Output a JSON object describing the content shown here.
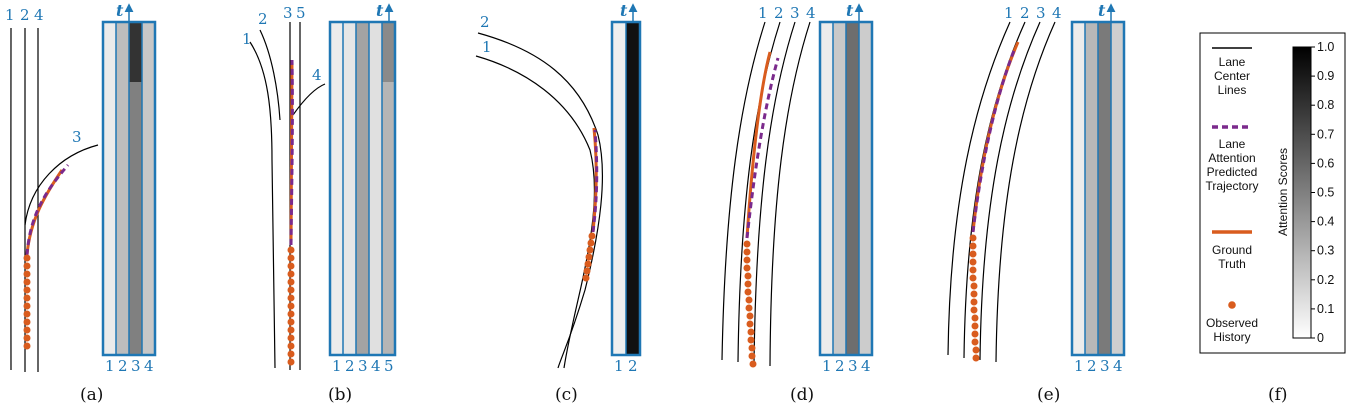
{
  "colors": {
    "lane_line": "#000000",
    "attention_line": "#7b2a8c",
    "ground_truth": "#d95c1e",
    "observed_history": "#d95c1e",
    "frame_border": "#1f77b4",
    "label_blue": "#1f77b4"
  },
  "time_axis_label": "t",
  "panels": [
    {
      "id": "a",
      "label": "(a)",
      "lane_labels": [
        "1",
        "2",
        "4",
        "3"
      ],
      "heatmap_columns": [
        "1",
        "2",
        "3",
        "4"
      ],
      "attention_levels": [
        0.12,
        0.3,
        0.55,
        0.22
      ]
    },
    {
      "id": "b",
      "label": "(b)",
      "lane_labels": [
        "1",
        "2",
        "3",
        "5",
        "4"
      ],
      "heatmap_columns": [
        "1",
        "2",
        "3",
        "4",
        "5"
      ],
      "attention_levels": [
        0.12,
        0.1,
        0.45,
        0.12,
        0.4
      ]
    },
    {
      "id": "c",
      "label": "(c)",
      "lane_labels": [
        "2",
        "1"
      ],
      "heatmap_columns": [
        "1",
        "2"
      ],
      "attention_levels": [
        0.1,
        0.95
      ]
    },
    {
      "id": "d",
      "label": "(d)",
      "lane_labels": [
        "1",
        "2",
        "3",
        "4"
      ],
      "heatmap_columns": [
        "1",
        "2",
        "3",
        "4"
      ],
      "attention_levels": [
        0.1,
        0.22,
        0.65,
        0.2
      ]
    },
    {
      "id": "e",
      "label": "(e)",
      "lane_labels": [
        "1",
        "2",
        "3",
        "4"
      ],
      "heatmap_columns": [
        "1",
        "2",
        "3",
        "4"
      ],
      "attention_levels": [
        0.1,
        0.3,
        0.62,
        0.22
      ]
    },
    {
      "id": "f",
      "label": "(f)"
    }
  ],
  "legend": {
    "lane_center": [
      "Lane",
      "Center",
      "Lines"
    ],
    "predicted": [
      "Lane",
      "Attention",
      "Predicted",
      "Trajectory"
    ],
    "ground_truth": [
      "Ground",
      "Truth"
    ],
    "observed": [
      "Observed",
      "History"
    ]
  },
  "colorbar": {
    "title": "Attention Scores",
    "ticks": [
      "1.0",
      "0.9",
      "0.8",
      "0.7",
      "0.6",
      "0.5",
      "0.4",
      "0.3",
      "0.2",
      "0.1",
      "0"
    ],
    "min": 0,
    "max": 1
  }
}
